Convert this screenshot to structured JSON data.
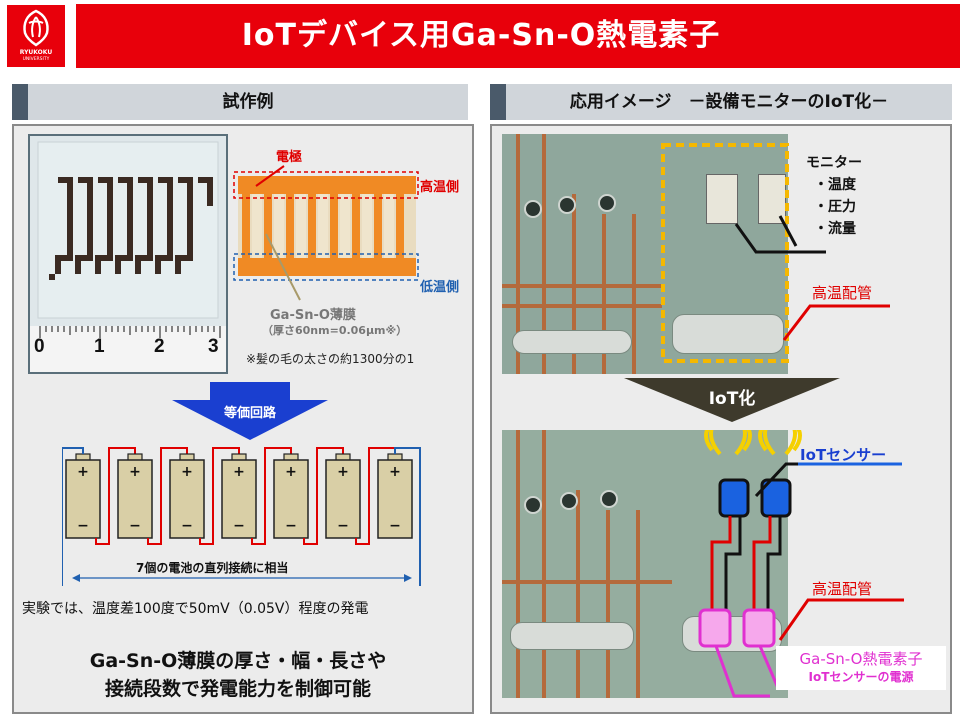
{
  "header": {
    "title": "IoTデバイス用Ga-Sn-O熱電素子",
    "logo_name": "RYUKOKU",
    "logo_sub": "UNIVERSITY",
    "logo_icon": "university-crest"
  },
  "left_section": {
    "heading": "試作例",
    "ruler_numbers": [
      "0",
      "1",
      "2",
      "3"
    ],
    "electrode_label": "電極",
    "hot_side_label": "高温側",
    "cold_side_label": "低温側",
    "film_label": "Ga-Sn-O薄膜",
    "film_thickness": "（厚さ60nm=0.06μm※）",
    "footnote": "※髪の毛の太さの約1300分の1",
    "equivalent_label": "等価回路",
    "battery_plus": "+",
    "battery_minus": "−",
    "series_label": "7個の電池の直列接続に相当",
    "experiment_text": "実験では、温度差100度で50mV（0.05V）程度の発電",
    "conclusion_line1": "Ga-Sn-O薄膜の厚さ・幅・長さや",
    "conclusion_line2": "接続段数で発電能力を制御可能"
  },
  "right_section": {
    "heading": "応用イメージ　－設備モニターのIoT化－",
    "monitor_title": "モニター",
    "monitor_items": [
      "・温度",
      "・圧力",
      "・流量"
    ],
    "hot_pipe_label_top": "高温配管",
    "iot_arrow_label": "IoT化",
    "iot_sensor_label": "IoTセンサー",
    "hot_pipe_label_bottom": "高温配管",
    "element_label": "Ga-Sn-O熱電素子",
    "element_sub": "IoTセンサーの電源"
  },
  "colors": {
    "brand_red": "#e8000b",
    "electrode_orange": "#f08a24",
    "hot_red": "#e00000",
    "cold_blue": "#2060b0",
    "arrow_blue": "#1a3fd0",
    "sensor_blue": "#1a62e0",
    "magenta": "#e030d0",
    "highlight_yellow": "#f5b800"
  },
  "battery_count": 7
}
